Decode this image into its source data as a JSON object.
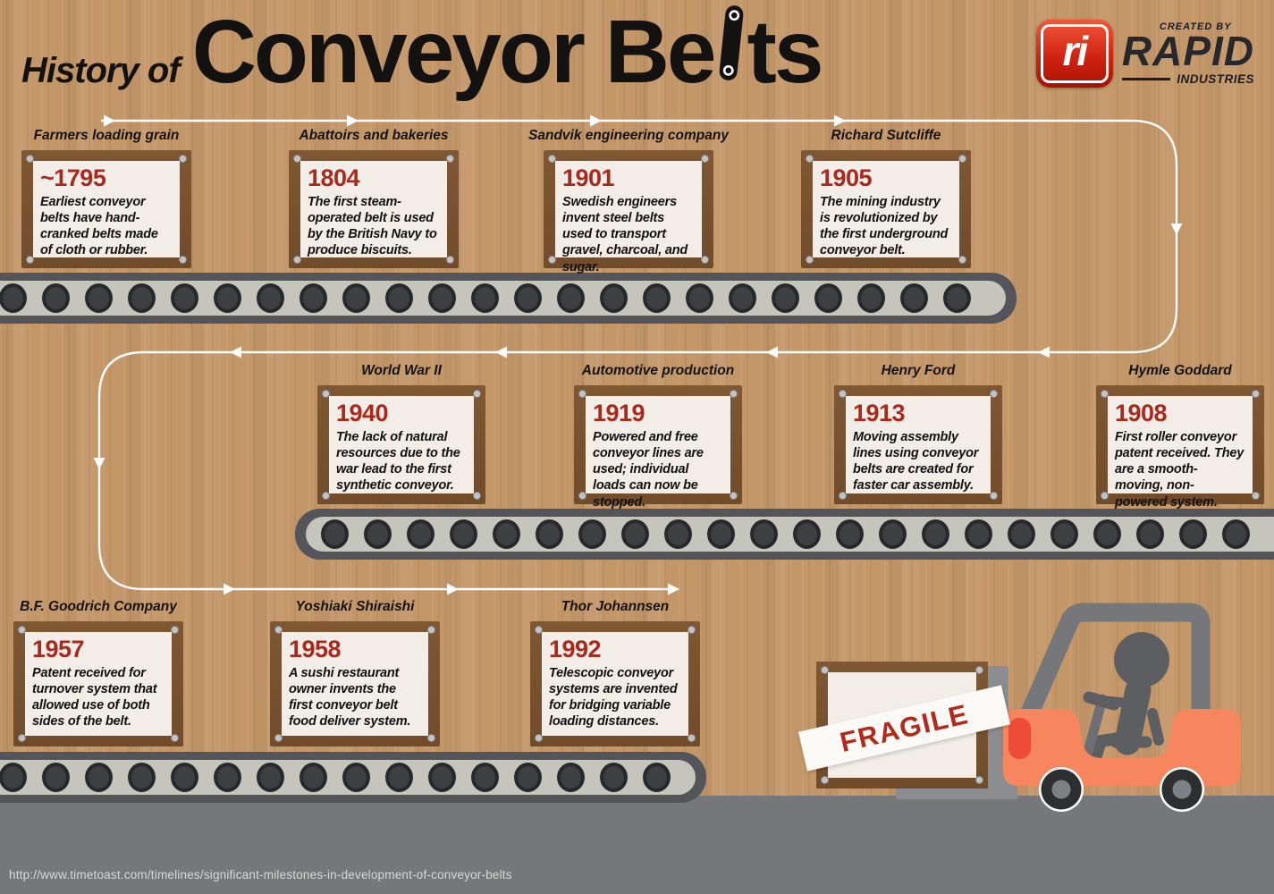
{
  "header": {
    "title_prefix": "History of",
    "title_main_left": "Conveyor Be",
    "title_main_right": "ts",
    "logo": {
      "created_by": "CREATED BY",
      "brand": "RAPID",
      "brand_sub": "INDUSTRIES",
      "monogram": "ri"
    }
  },
  "icons": {
    "title_link": "chain-link-icon",
    "logo_monogram": "ri-monogram",
    "forklift": "forklift-graphic"
  },
  "timeline": {
    "rows": [
      {
        "cards": [
          {
            "label": "Farmers loading grain",
            "year": "~1795",
            "text": "Earliest conveyor belts have hand-cranked belts made of cloth or rubber."
          },
          {
            "label": "Abattoirs and bakeries",
            "year": "1804",
            "text": "The first steam-operated belt is used by the British Navy to produce biscuits."
          },
          {
            "label": "Sandvik engineering company",
            "year": "1901",
            "text": "Swedish engineers invent steel belts used to transport gravel, charcoal, and sugar."
          },
          {
            "label": "Richard Sutcliffe",
            "year": "1905",
            "text": "The mining industry is revolutionized by the first underground conveyor belt."
          }
        ]
      },
      {
        "cards": [
          {
            "label": "World War II",
            "year": "1940",
            "text": "The lack of natural resources due to the war lead to the first synthetic conveyor."
          },
          {
            "label": "Automotive production",
            "year": "1919",
            "text": "Powered and free conveyor lines are used; individual loads can now be stopped."
          },
          {
            "label": "Henry Ford",
            "year": "1913",
            "text": "Moving assembly lines using conveyor belts are created for faster car assembly."
          },
          {
            "label": "Hymle Goddard",
            "year": "1908",
            "text": "First roller conveyor patent received. They are a smooth-moving, non-powered system."
          }
        ]
      },
      {
        "cards": [
          {
            "label": "B.F. Goodrich Company",
            "year": "1957",
            "text": "Patent received for turnover system that allowed use of both sides of the belt."
          },
          {
            "label": "Yoshiaki Shiraishi",
            "year": "1958",
            "text": "A sushi restaurant owner invents the first conveyor belt food deliver system."
          },
          {
            "label": "Thor Johannsen",
            "year": "1992",
            "text": "Telescopic conveyor systems are invented for bridging variable loading distances."
          }
        ]
      }
    ]
  },
  "fragile": {
    "label": "FRAGILE"
  },
  "footer": {
    "source_url": "http://www.timetoast.com/timelines/significant-milestones-in-development-of-conveyor-belts"
  },
  "colors": {
    "wood": "#c49769",
    "floor": "#76777a",
    "frame_brown": "#7a5330",
    "panel": "#f2eee7",
    "year_red": "#a82a1e",
    "belt_dark": "#54555a",
    "belt_light": "#c6c5bc",
    "forklift_orange": "#f6865e",
    "logo_red": "#d02312",
    "fragile_red": "#b22a1b",
    "arrow_white": "#fdfdfd"
  }
}
